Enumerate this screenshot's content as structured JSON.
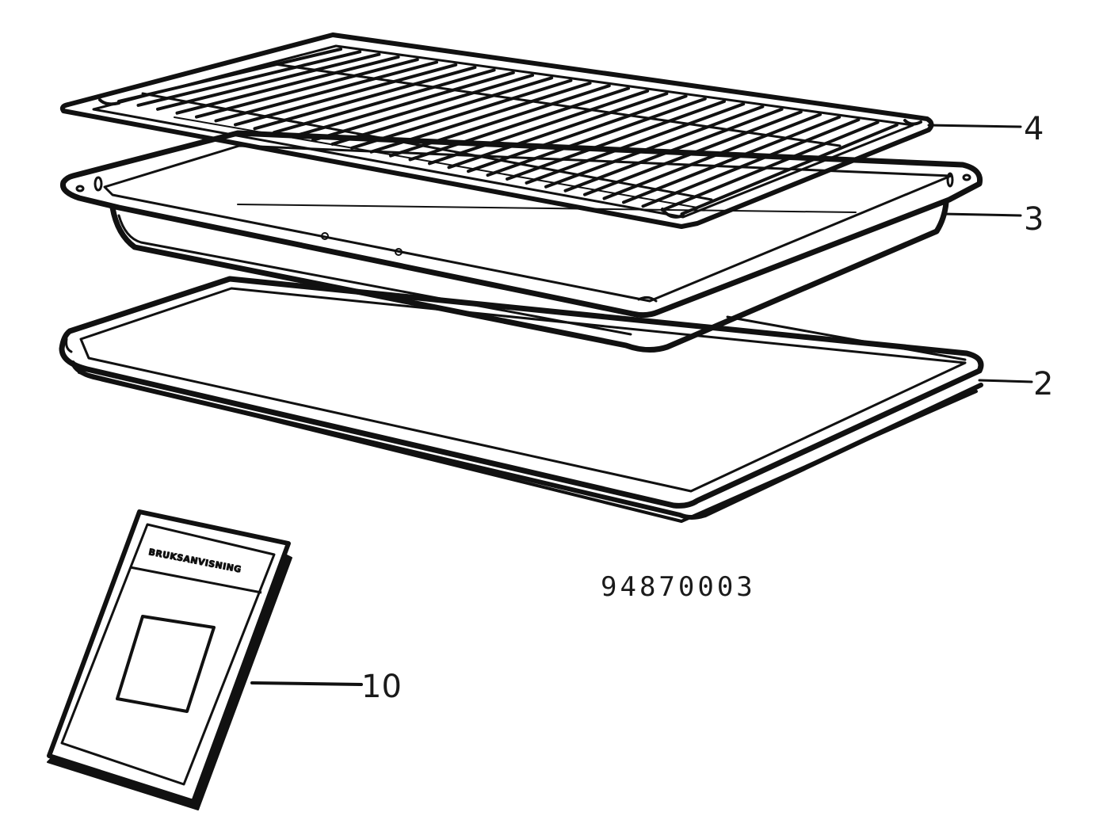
{
  "diagram": {
    "part_number": "94870003",
    "booklet_title": "BRUKSANVISNING",
    "callouts": [
      {
        "id": "rack",
        "label": "4"
      },
      {
        "id": "deep-pan",
        "label": "3"
      },
      {
        "id": "flat-tray",
        "label": "2"
      },
      {
        "id": "manual",
        "label": "10"
      }
    ]
  }
}
